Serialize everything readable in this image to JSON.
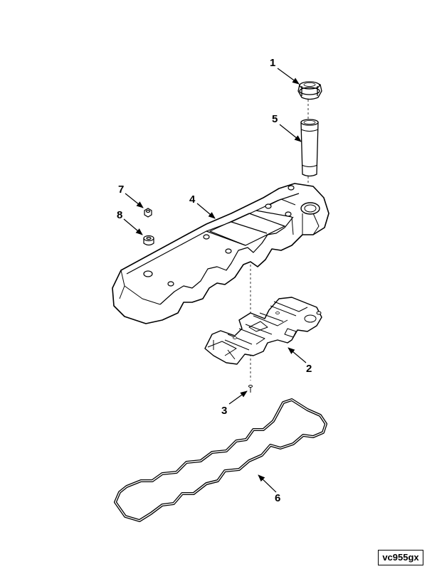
{
  "callouts": [
    "1",
    "2",
    "3",
    "4",
    "5",
    "6",
    "7",
    "8"
  ],
  "figure_code": "vc955gx"
}
